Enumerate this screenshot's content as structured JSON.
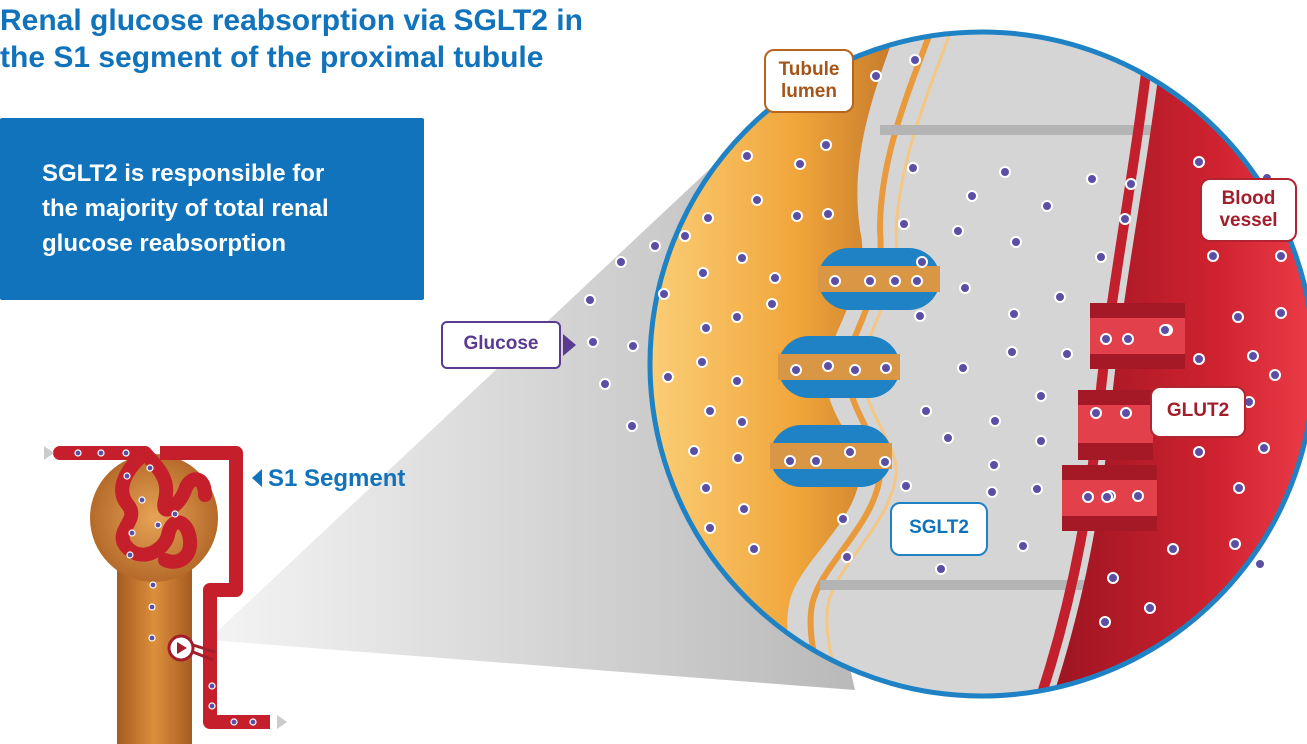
{
  "title": {
    "line1": "Renal glucose reabsorption via SGLT2 in",
    "line2": "the S1 segment of the proximal tubule"
  },
  "info_box": {
    "line1": "SGLT2 is responsible for",
    "line2": "the majority of total renal",
    "line3": "glucose reabsorption"
  },
  "labels": {
    "tubule_lumen_line1": "Tubule",
    "tubule_lumen_line2": "lumen",
    "blood_vessel_line1": "Blood",
    "blood_vessel_line2": "vessel",
    "glut2": "GLUT2",
    "sglt2": "SGLT2",
    "glucose": "Glucose",
    "s1_segment": "S1 Segment"
  },
  "colors": {
    "brand_blue": "#1173bb",
    "tubule_orange": "#f2a93b",
    "blood_red": "#c81e2a",
    "glucose_purple": "#5b3a91",
    "cell_gray": "#d8d8d8"
  }
}
